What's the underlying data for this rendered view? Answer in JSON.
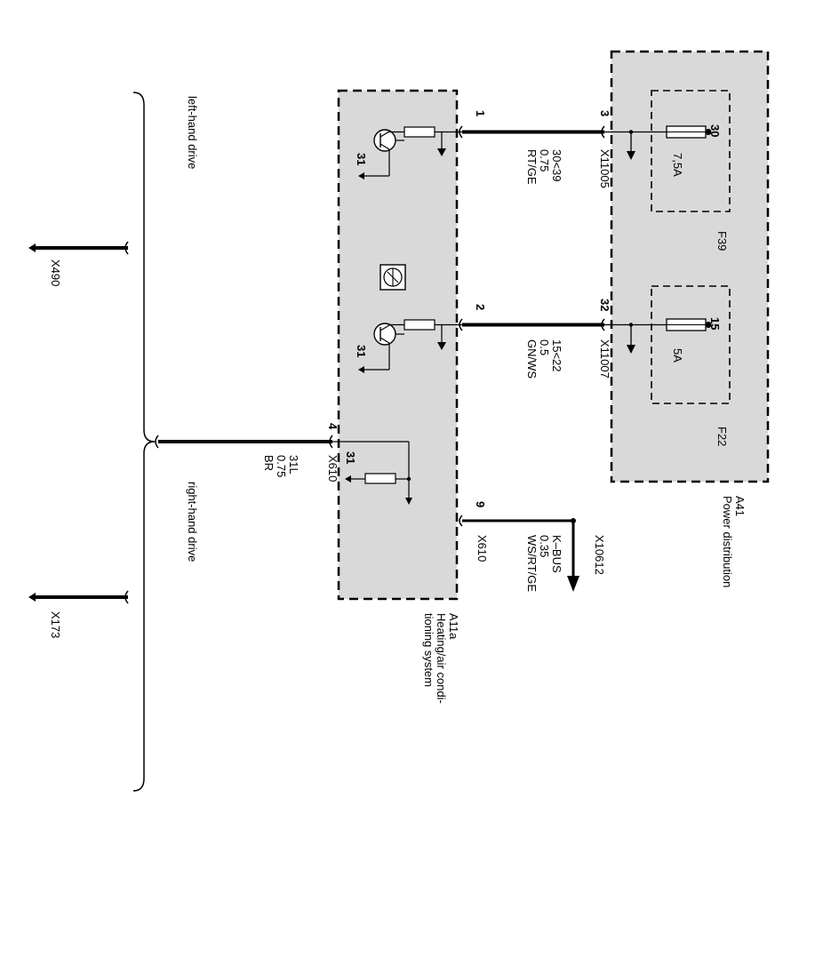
{
  "modules": {
    "power_distribution": {
      "id": "A41",
      "title": "Power distribution"
    },
    "hvac": {
      "id": "A11a",
      "title_line1": "Heating/air condi-",
      "title_line2": "tioning system"
    }
  },
  "fuses": [
    {
      "id": "F39",
      "terminal": "30",
      "rating": "7,5A"
    },
    {
      "id": "F22",
      "terminal": "15",
      "rating": "5A"
    }
  ],
  "wires": [
    {
      "module_pin": "1",
      "dist_pin": "3",
      "connector": "X11005",
      "signal": "30<39",
      "size": "0.75",
      "color": "RT/GE"
    },
    {
      "module_pin": "2",
      "dist_pin": "32",
      "connector": "X11007",
      "signal": "15<22",
      "size": "0.5",
      "color": "GN/WS"
    },
    {
      "module_pin": "4",
      "connector": "X610",
      "signal": "31L",
      "size": "0.75",
      "color": "BR"
    },
    {
      "module_pin": "9",
      "connector": "X610",
      "signal": "K–BUS",
      "size": "0.35",
      "color": "WS/RT/GE",
      "end_connector": "X10612"
    }
  ],
  "ground": {
    "label": "31"
  },
  "variants": {
    "left": "left-hand drive",
    "right": "right-hand drive"
  },
  "grounds_external": [
    {
      "label": "X490"
    },
    {
      "label": "X173"
    }
  ]
}
